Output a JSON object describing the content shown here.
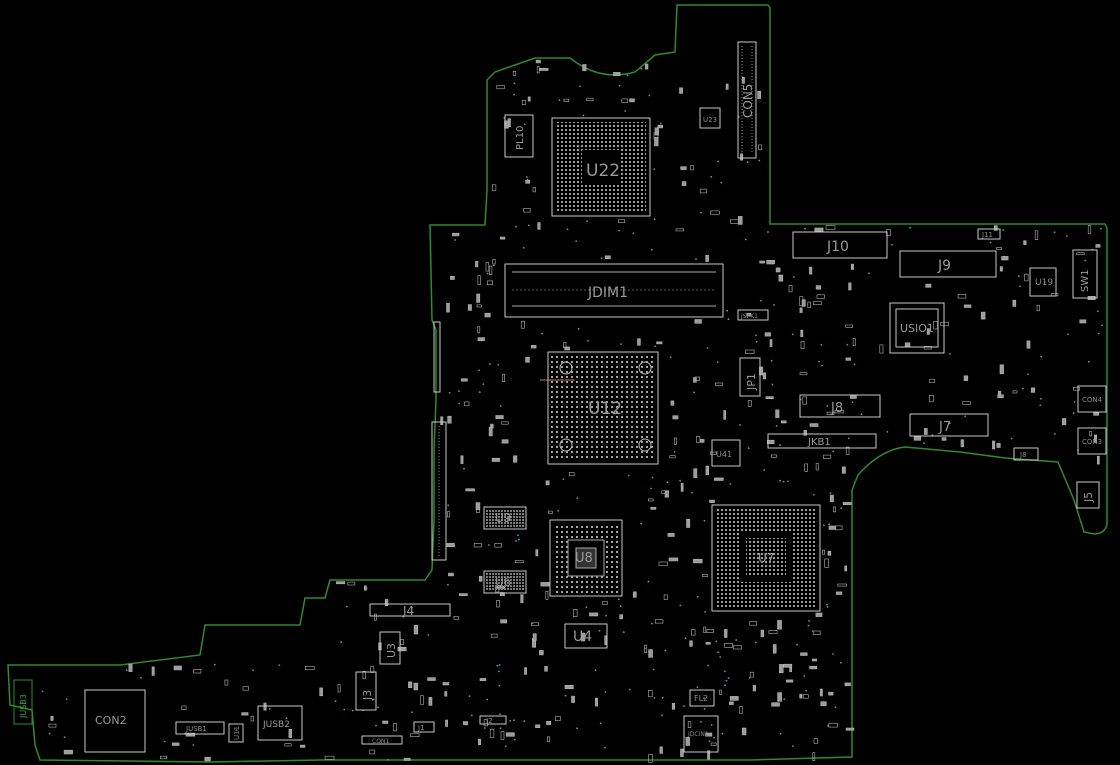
{
  "colors": {
    "background": "#000000",
    "outline": "#2e8b2e",
    "silkscreen": "#c9c9c9",
    "vias": "#4aa3a3"
  },
  "labels": {
    "con5": "CON5",
    "u22": "U22",
    "pl10": "PL10",
    "u23": "U23",
    "j10": "J10",
    "j9": "J9",
    "j11": "J11",
    "u19": "U19",
    "sw1": "SW1",
    "jdim1": "JDIM1",
    "jspk1": "JSPK1",
    "usio1": "USIO1",
    "u12": "U12",
    "jp1": "JP1",
    "j8": "J8",
    "j7": "J7",
    "jkb1": "JKB1",
    "con4": "CON4",
    "con3": "CON3",
    "j8b": "J8",
    "j5": "J5",
    "u41": "U41",
    "u9": "U9",
    "u6": "U6",
    "u8": "U8",
    "u7": "U7",
    "j4": "J4",
    "u3": "U3",
    "u4": "U4",
    "j3": "J3",
    "fl2": "FL2",
    "con2": "CON2",
    "jusb1": "JUSB1",
    "jusb2": "JUSB2",
    "jusb3": "JUSB3",
    "u11": "U11",
    "j1": "J1",
    "j2": "J2",
    "con1": "CON1",
    "jdcin1": "JDCIN1"
  }
}
